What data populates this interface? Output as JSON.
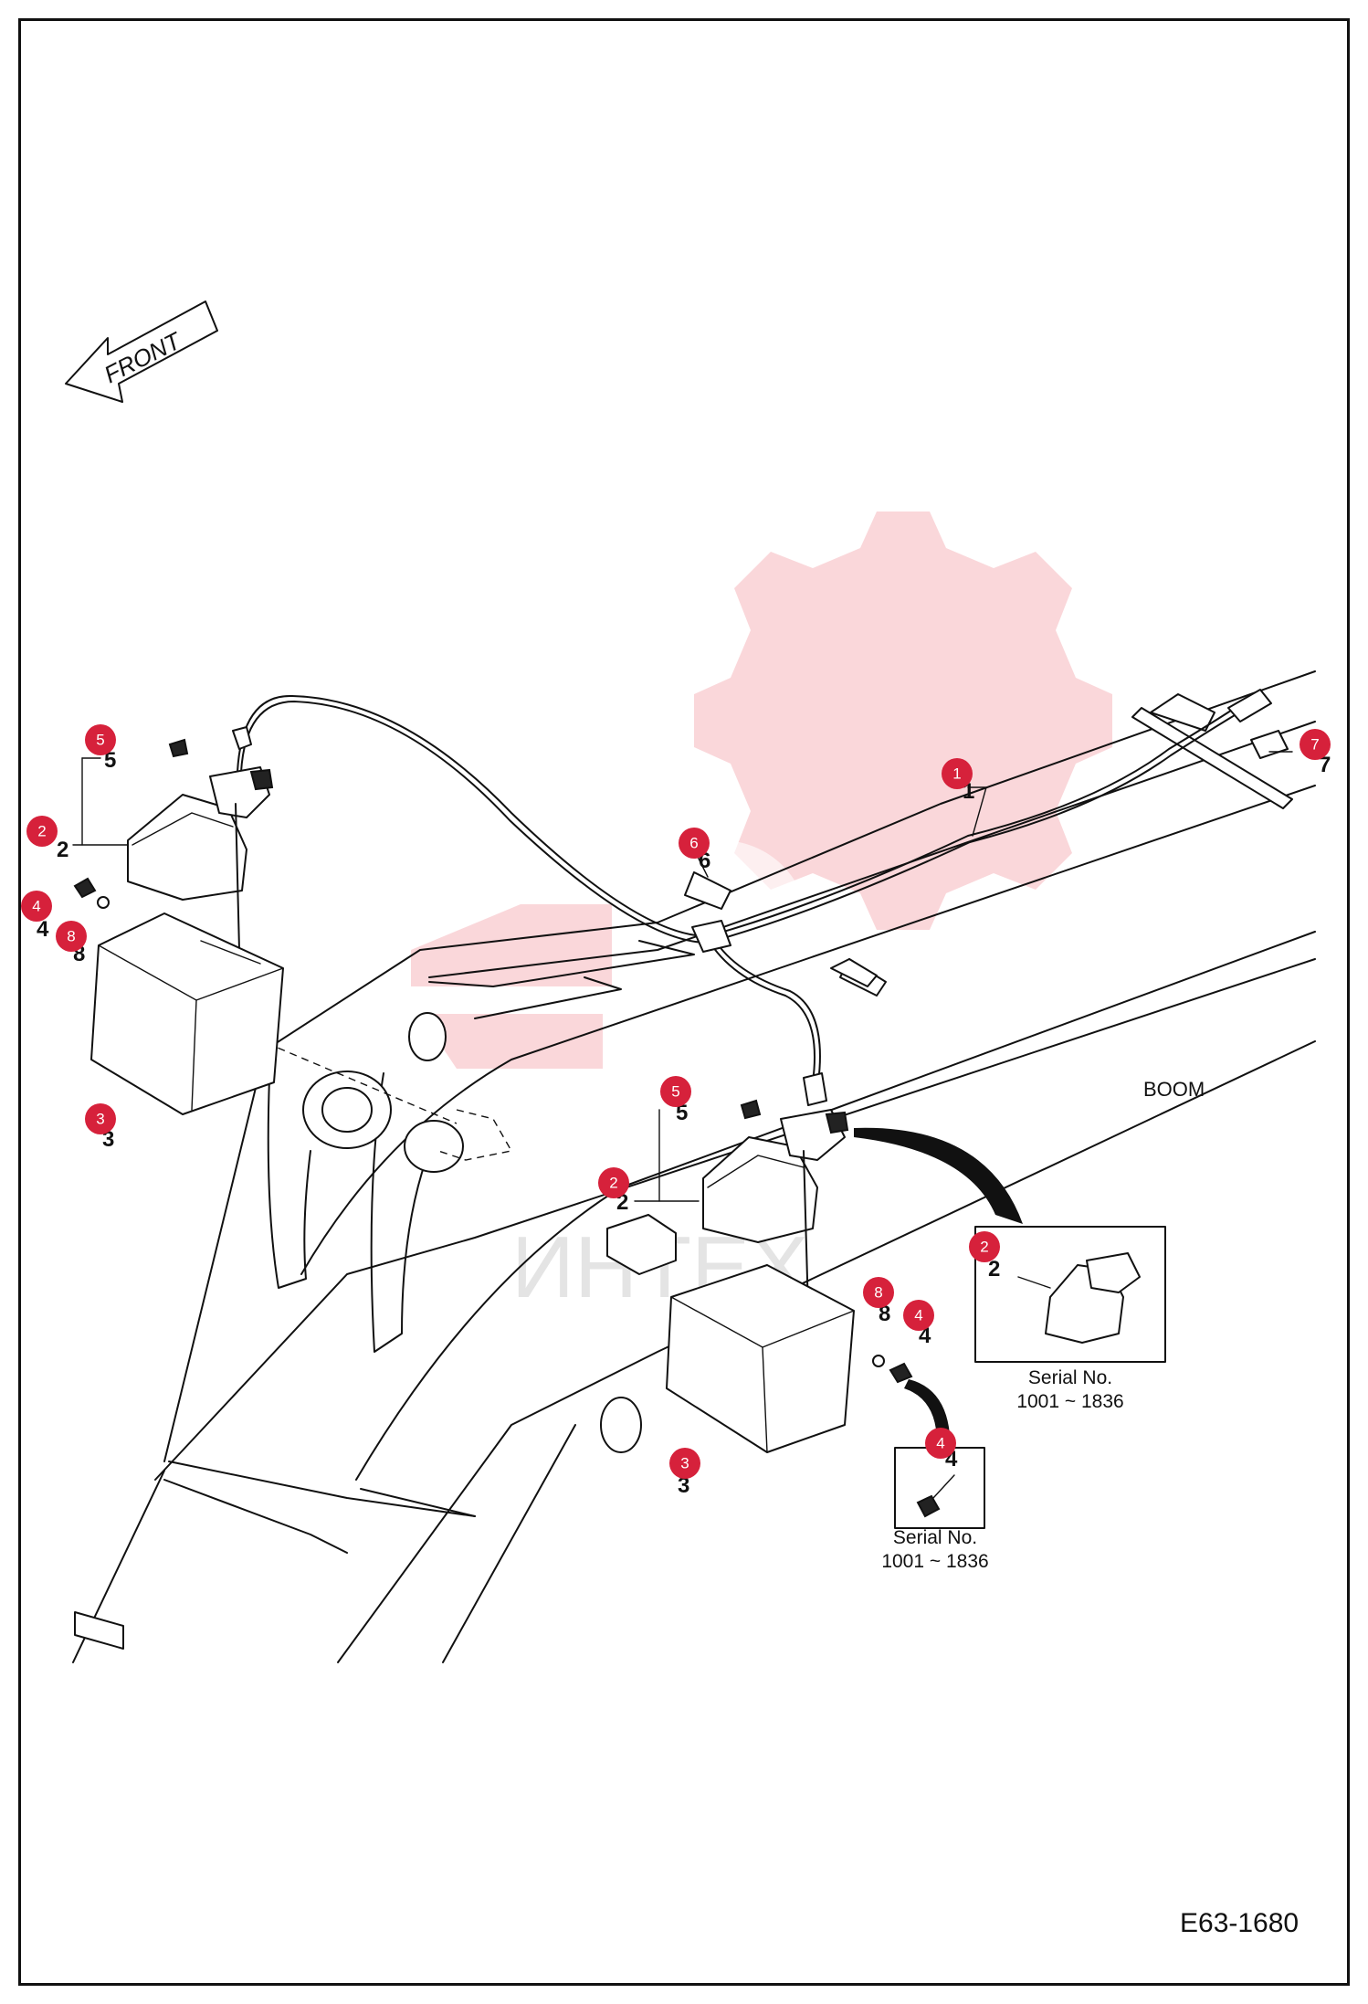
{
  "front_label": "FRONT",
  "boom_label": "BOOM",
  "drawing_code": "E63-1680",
  "watermark_text": "ИНТЕХ",
  "callout_color": "#d6213b",
  "callouts": [
    "1",
    "2",
    "2",
    "2",
    "3",
    "3",
    "4",
    "4",
    "4",
    "5",
    "5",
    "6",
    "7",
    "8",
    "8"
  ],
  "inset_lamp": {
    "serial_label": "Serial No.",
    "serial_range": "1001 ~ 1836"
  },
  "inset_bolt": {
    "serial_label": "Serial No.",
    "serial_range": "1001 ~ 1836"
  }
}
